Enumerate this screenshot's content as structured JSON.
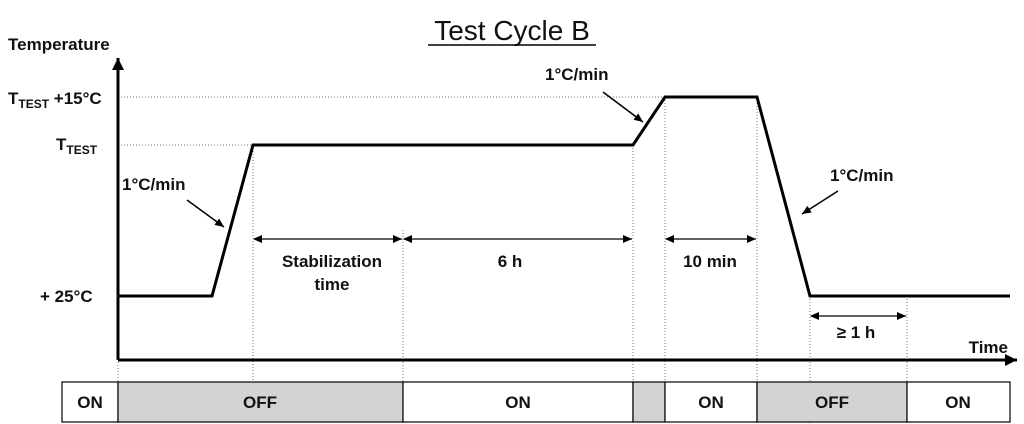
{
  "title": "Test Cycle B",
  "axes": {
    "y_label": "Temperature",
    "x_label": "Time"
  },
  "y_levels": {
    "ttest_plus15": {
      "main": "T",
      "sub": "TEST",
      "suffix": " +15°C"
    },
    "ttest": {
      "main": "T",
      "sub": "TEST",
      "suffix": ""
    },
    "base": "+ 25°C"
  },
  "ramp_labels": {
    "up_first": "1°C/min",
    "up_second": "1°C/min",
    "down": "1°C/min"
  },
  "durations": {
    "stabilization_line1": "Stabilization",
    "stabilization_line2": "time",
    "six_hours": "6 h",
    "ten_min": "10 min",
    "one_hour": "≥ 1 h"
  },
  "state_bar": [
    "ON",
    "OFF",
    "ON",
    "",
    "ON",
    "OFF",
    "ON"
  ],
  "colors": {
    "line": "#000000",
    "guide": "#777777",
    "off_fill": "#d3d3d3",
    "on_fill": "#ffffff"
  }
}
